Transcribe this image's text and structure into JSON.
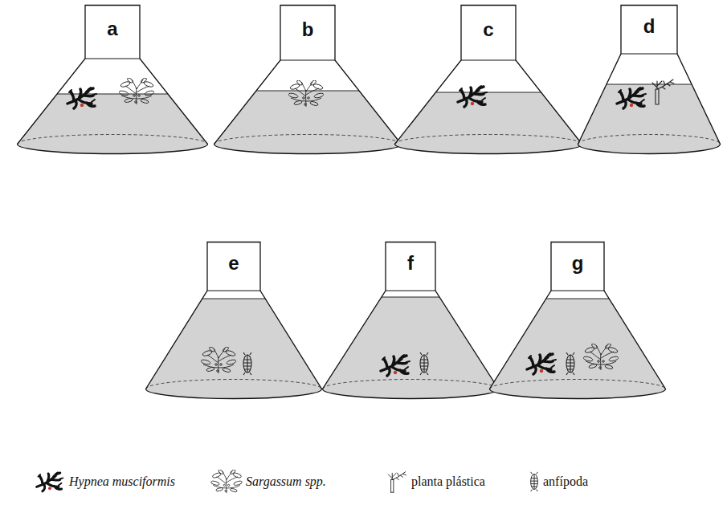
{
  "diagram": {
    "nodes": [
      {
        "text": [
          "a"
        ]
      },
      {
        "text": [
          "b"
        ]
      },
      {
        "text": [
          "c"
        ]
      },
      {
        "text": [
          "d"
        ]
      },
      {
        "text": [
          "e"
        ]
      },
      {
        "text": [
          "f"
        ]
      },
      {
        "text": [
          "g"
        ]
      }
    ],
    "legend": [
      {
        "text": "Hypnea musciformis"
      },
      {
        "text": "Sargassum spp."
      },
      {
        "text": "planta plástica"
      },
      {
        "text": "anfípoda"
      }
    ]
  }
}
